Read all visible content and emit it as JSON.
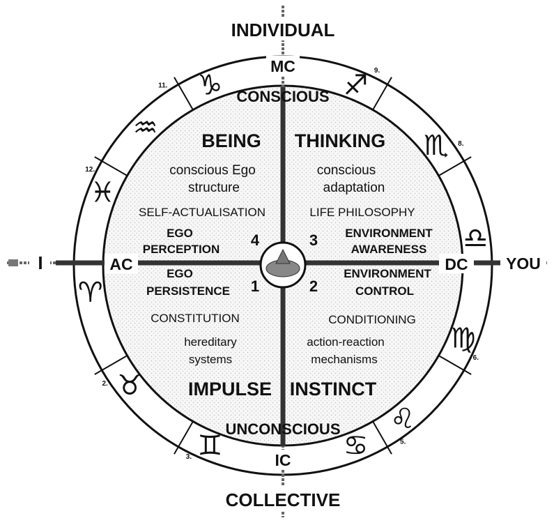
{
  "colors": {
    "ink": "#111111",
    "axis": "#555555",
    "inner_fill": "#f3f3f3",
    "center_fill": "#8a8a8a"
  },
  "outer_labels": {
    "top": "INDIVIDUAL",
    "bottom": "COLLECTIVE",
    "left": "I",
    "right": "YOU"
  },
  "angles": {
    "mc": "MC",
    "ic": "IC",
    "ac": "AC",
    "dc": "DC"
  },
  "ring_labels": {
    "conscious": "CONSCIOUS",
    "unconscious": "UNCONSCIOUS"
  },
  "quadrant_numbers": {
    "q1": "1",
    "q2": "2",
    "q3": "3",
    "q4": "4"
  },
  "quadrants": {
    "being": {
      "title": "BEING",
      "line1": "conscious Ego",
      "line2": "structure",
      "caps": "SELF-ACTUALISATION",
      "bold1": "EGO",
      "bold2": "PERCEPTION"
    },
    "thinking": {
      "title": "THINKING",
      "line1": "conscious",
      "line2": "adaptation",
      "caps": "LIFE PHILOSOPHY",
      "bold1": "ENVIRONMENT",
      "bold2": "AWARENESS"
    },
    "impulse": {
      "title": "IMPULSE",
      "line1": "hereditary",
      "line2": "systems",
      "caps": "CONSTITUTION",
      "bold1": "EGO",
      "bold2": "PERSISTENCE"
    },
    "instinct": {
      "title": "INSTINCT",
      "line1": "action-reaction",
      "line2": "mechanisms",
      "caps": "CONDITIONING",
      "bold1": "ENVIRONMENT",
      "bold2": "CONTROL"
    }
  },
  "house_numbers": [
    "2.",
    "3.",
    "5.",
    "6.",
    "8.",
    "9.",
    "11.",
    "12."
  ],
  "zodiac_signs": [
    {
      "name": "capricorn",
      "glyph": "♑"
    },
    {
      "name": "sagittarius",
      "glyph": "♐"
    },
    {
      "name": "scorpio",
      "glyph": "♏"
    },
    {
      "name": "libra",
      "glyph": "♎"
    },
    {
      "name": "virgo",
      "glyph": "♍"
    },
    {
      "name": "leo",
      "glyph": "♌"
    },
    {
      "name": "cancer",
      "glyph": "♋"
    },
    {
      "name": "gemini",
      "glyph": "♊"
    },
    {
      "name": "taurus",
      "glyph": "♉"
    },
    {
      "name": "aries",
      "glyph": "♈"
    },
    {
      "name": "pisces",
      "glyph": "♓"
    },
    {
      "name": "aquarius",
      "glyph": "♒"
    }
  ]
}
